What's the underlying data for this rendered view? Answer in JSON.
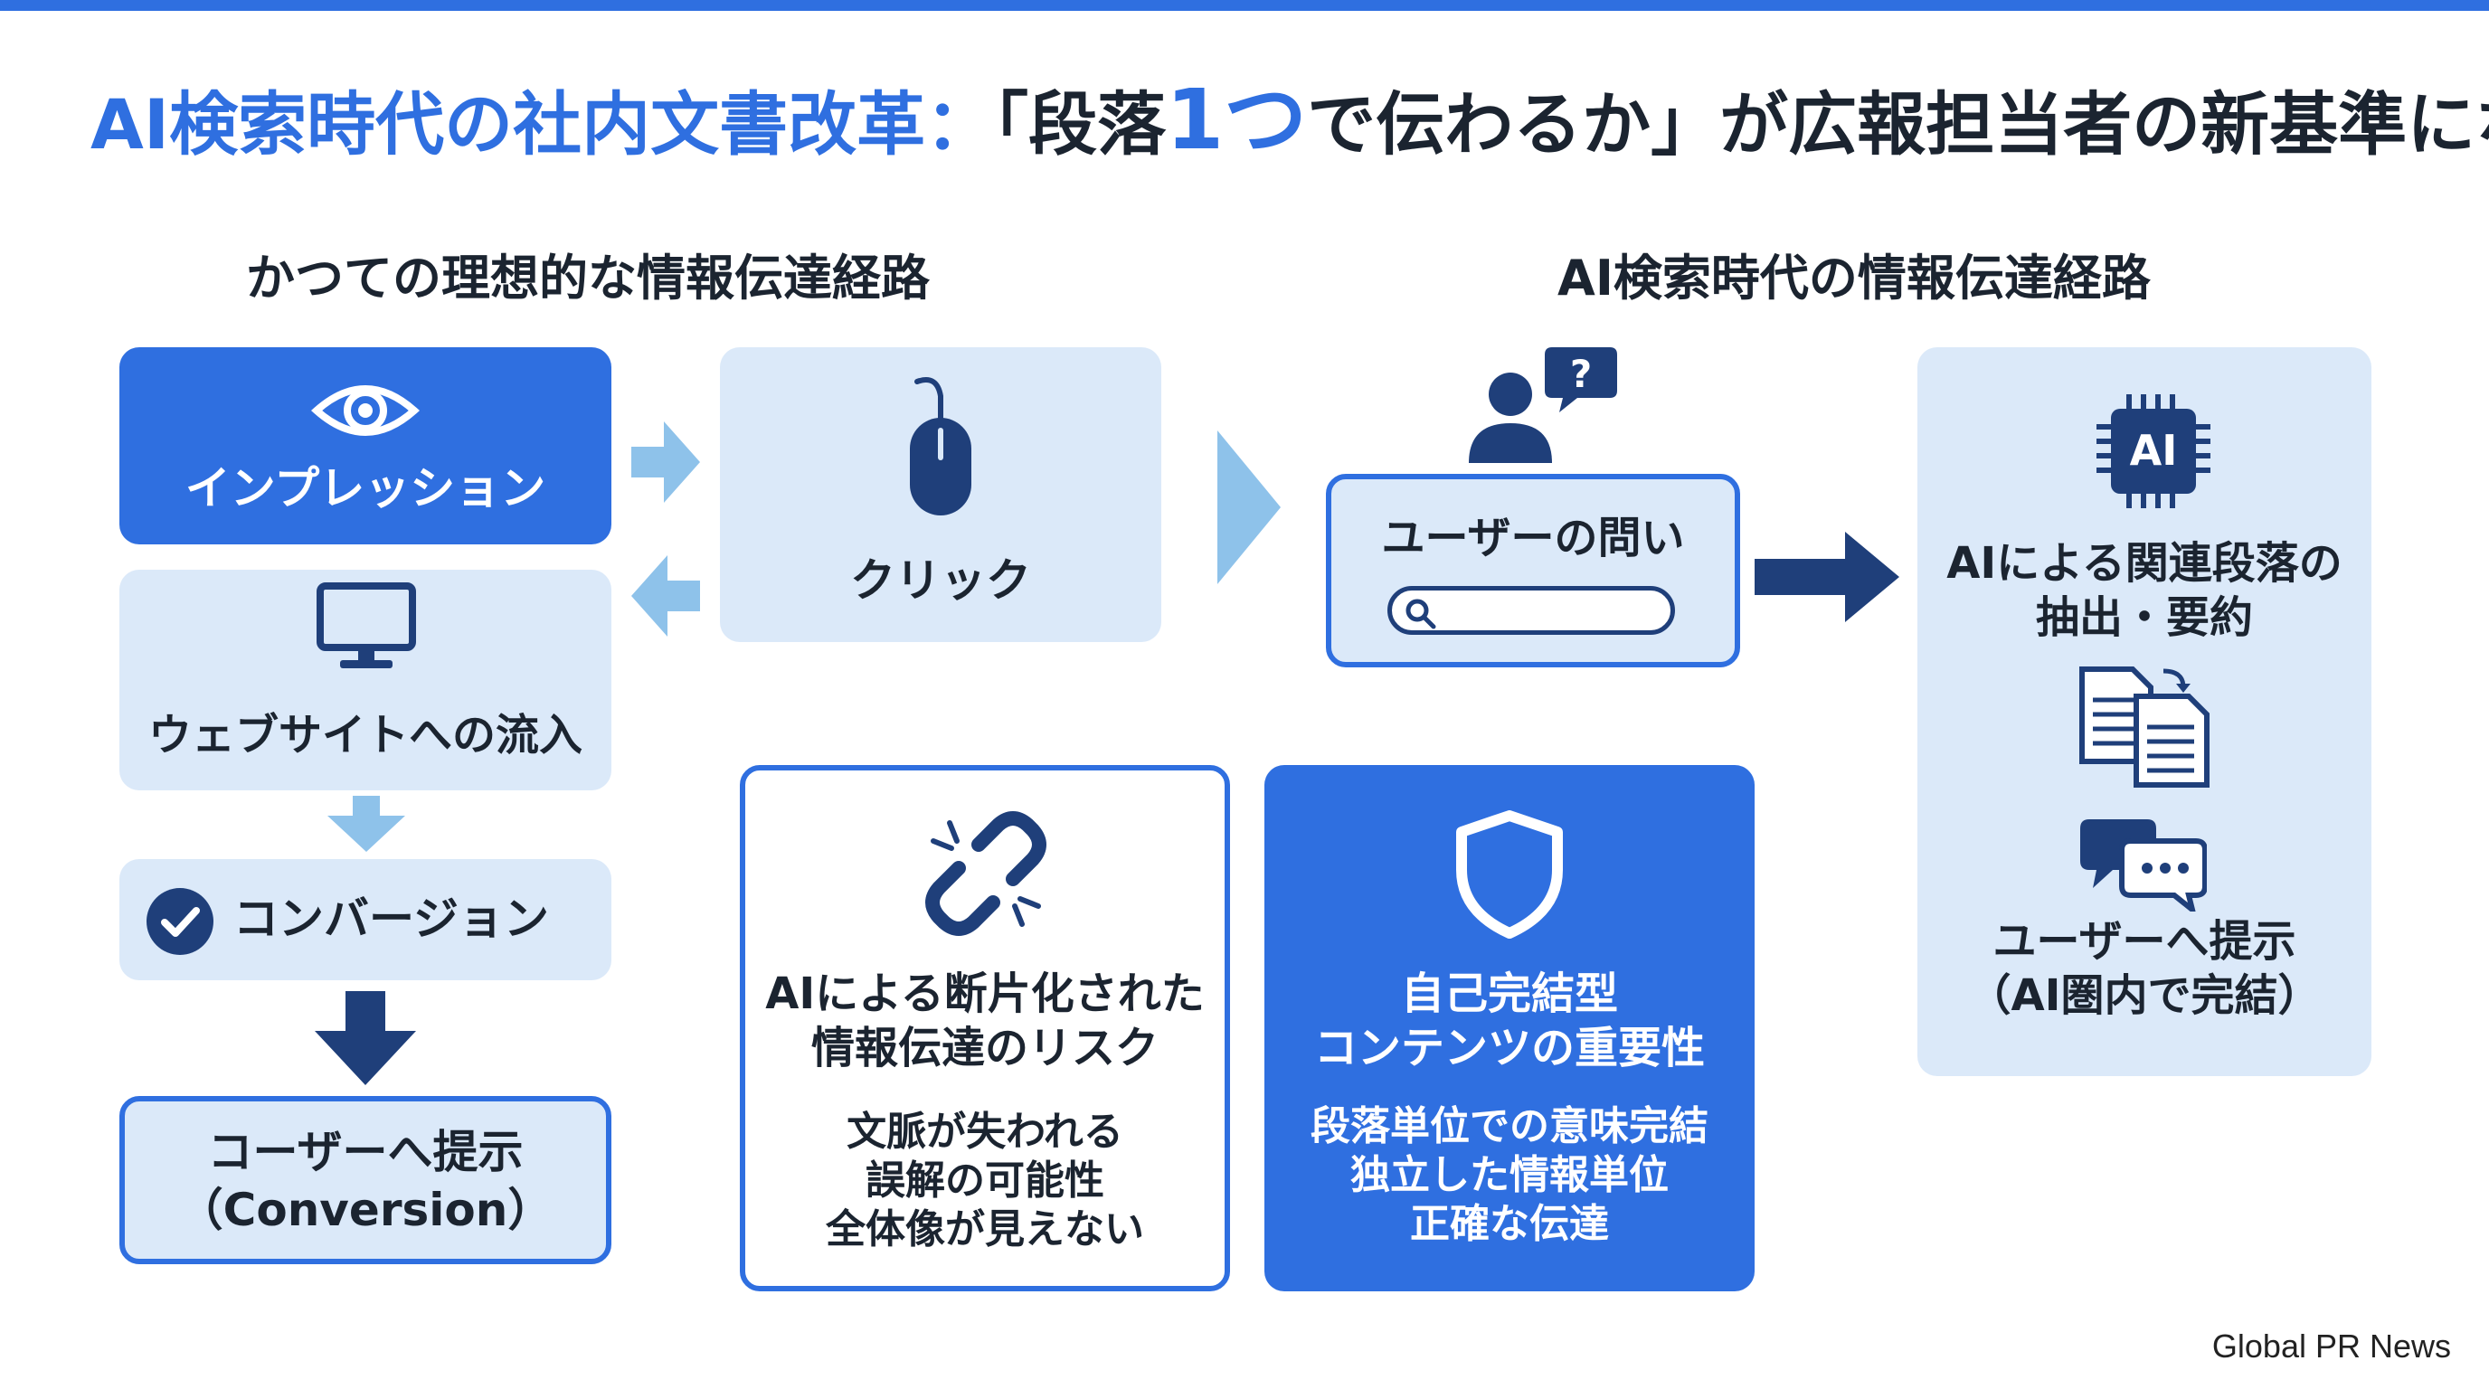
{
  "title": {
    "part1": "AI検索時代の社内文書改革：",
    "part2": "「段落",
    "part3": "1つ",
    "part4": "で伝わるか」が広報担当者の新基準になる"
  },
  "left_heading": "かつての理想的な情報伝達経路",
  "right_heading": "AI検索時代の情報伝達経路",
  "left_flow": {
    "impression": "インプレッション",
    "click": "クリック",
    "website": "ウェブサイトへの流入",
    "conversion": "コンバージョン",
    "present_line1": "コーザーへ提示",
    "present_line2": "（Conversion）"
  },
  "right_flow": {
    "question": "ユーザーの問い",
    "ai_line1": "AIによる関連段落の",
    "ai_line2": "抽出・要約",
    "chip_label": "AI",
    "present_line1": "ユーザーへ提示",
    "present_line2": "（AI圏内で完結）",
    "question_mark": "?"
  },
  "risk_card": {
    "title_line1": "AIによる断片化された",
    "title_line2": "情報伝達のリスク",
    "items": [
      "文脈が失われる",
      "誤解の可能性",
      "全体像が見えない"
    ]
  },
  "solution_card": {
    "title_line1": "自己完結型",
    "title_line2": "コンテンツの重要性",
    "items": [
      "段落単位での意味完結",
      "独立した情報単位",
      "正確な伝達"
    ]
  },
  "footer": "Global PR News",
  "colors": {
    "accent": "#2f6fe0",
    "light_fill": "#dbe9f9",
    "navy": "#1f3f7a",
    "arrow_light": "#8ec2ea"
  }
}
